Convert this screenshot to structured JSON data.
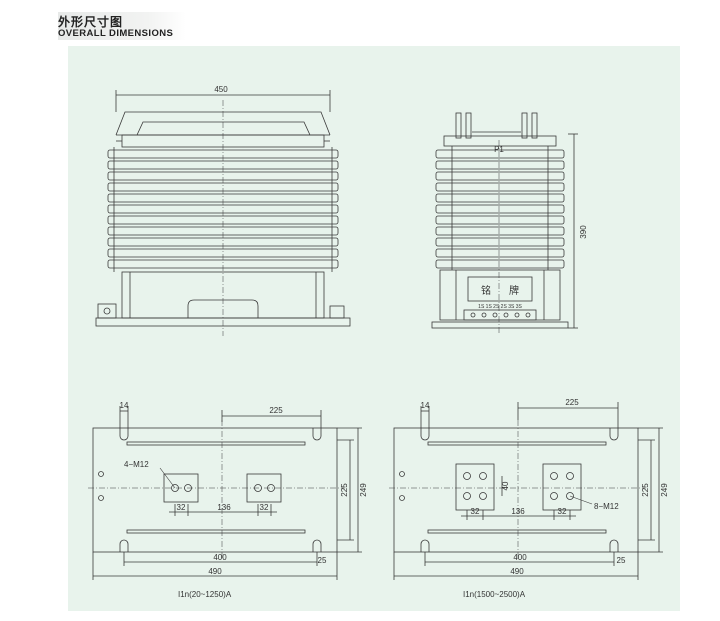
{
  "header": {
    "title_cn": "外形尺寸图",
    "title_en": "OVERALL DIMENSIONS"
  },
  "front_view": {
    "width_dim": "450"
  },
  "side_view": {
    "terminal_label": "P1",
    "height_dim": "390",
    "nameplate_char1": "铭",
    "nameplate_char2": "牌",
    "terminal_strip": "1S 1S 2S 2S 3S 3S"
  },
  "bottom_view_left": {
    "dim_14": "14",
    "dim_225_top": "225",
    "bolt_label": "4−M12",
    "dim_32_left": "32",
    "dim_136": "136",
    "dim_32_right": "32",
    "dim_225_side": "225",
    "dim_249": "249",
    "dim_400": "400",
    "dim_25": "25",
    "dim_490": "490",
    "caption": "I1n(20~1250)A"
  },
  "bottom_view_right": {
    "dim_14": "14",
    "dim_225_top": "225",
    "dim_40": "40",
    "bolt_label": "8−M12",
    "dim_32_left": "32",
    "dim_136": "136",
    "dim_32_right": "32",
    "dim_225_side": "225",
    "dim_249": "249",
    "dim_400": "400",
    "dim_25": "25",
    "dim_490": "490",
    "caption": "I1n(1500~2500)A"
  },
  "colors": {
    "panel_bg": "#e8f3ec",
    "line": "#3a3a3a"
  }
}
